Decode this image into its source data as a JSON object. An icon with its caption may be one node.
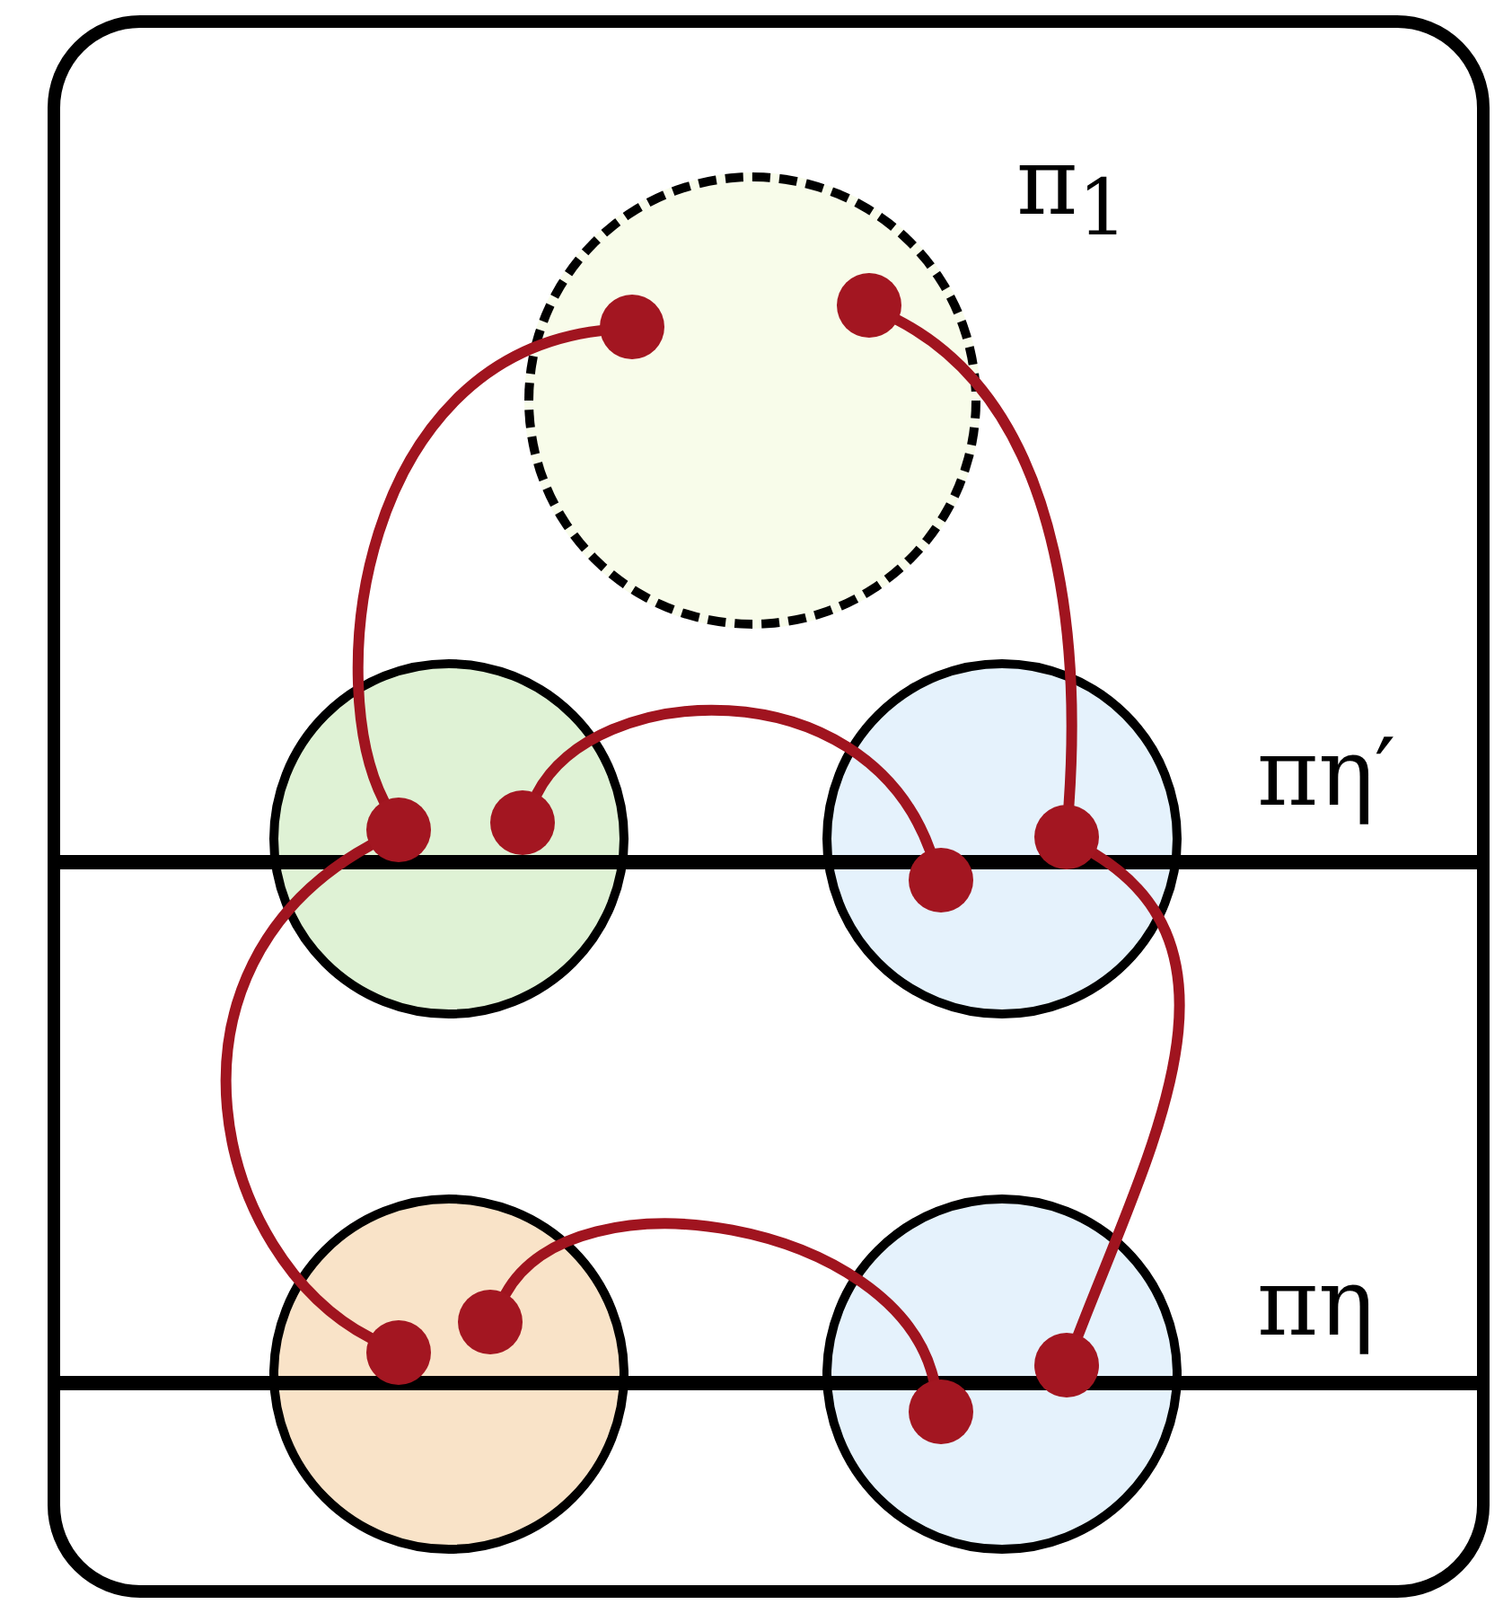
{
  "diagram": {
    "nodes": [
      {
        "text": [],
        "shape": "circle",
        "beside": [
          "π$_{1}$"
        ]
      },
      {
        "text": [],
        "shape": "circle",
        "in": 0
      },
      {
        "text": [],
        "shape": "circle",
        "in": 0
      },
      {
        "text": [],
        "shape": "circle"
      },
      {
        "text": [],
        "shape": "circle",
        "in": 3
      },
      {
        "text": [],
        "shape": "circle",
        "in": 3
      },
      {
        "text": [],
        "shape": "circle"
      },
      {
        "text": [],
        "shape": "circle",
        "in": 6
      },
      {
        "text": [],
        "shape": "circle",
        "in": 6
      },
      {
        "text": [],
        "shape": "circle"
      },
      {
        "text": [],
        "shape": "circle",
        "in": 9
      },
      {
        "text": [],
        "shape": "circle",
        "in": 9
      },
      {
        "text": [],
        "shape": "circle"
      },
      {
        "text": [],
        "shape": "circle",
        "in": 12
      },
      {
        "text": [],
        "shape": "circle",
        "in": 12
      }
    ],
    "edges": [
      {
        "from": 1,
        "to": 4,
        "arrow": "none"
      },
      {
        "from": 2,
        "to": 8,
        "arrow": "none"
      },
      {
        "from": 5,
        "to": 7,
        "arrow": "none"
      },
      {
        "from": 4,
        "to": 10,
        "arrow": "none"
      },
      {
        "from": 8,
        "to": 14,
        "arrow": "none"
      },
      {
        "from": 11,
        "to": 13,
        "arrow": "none"
      }
    ],
    "labels": [
      "πη′",
      "πη"
    ]
  }
}
